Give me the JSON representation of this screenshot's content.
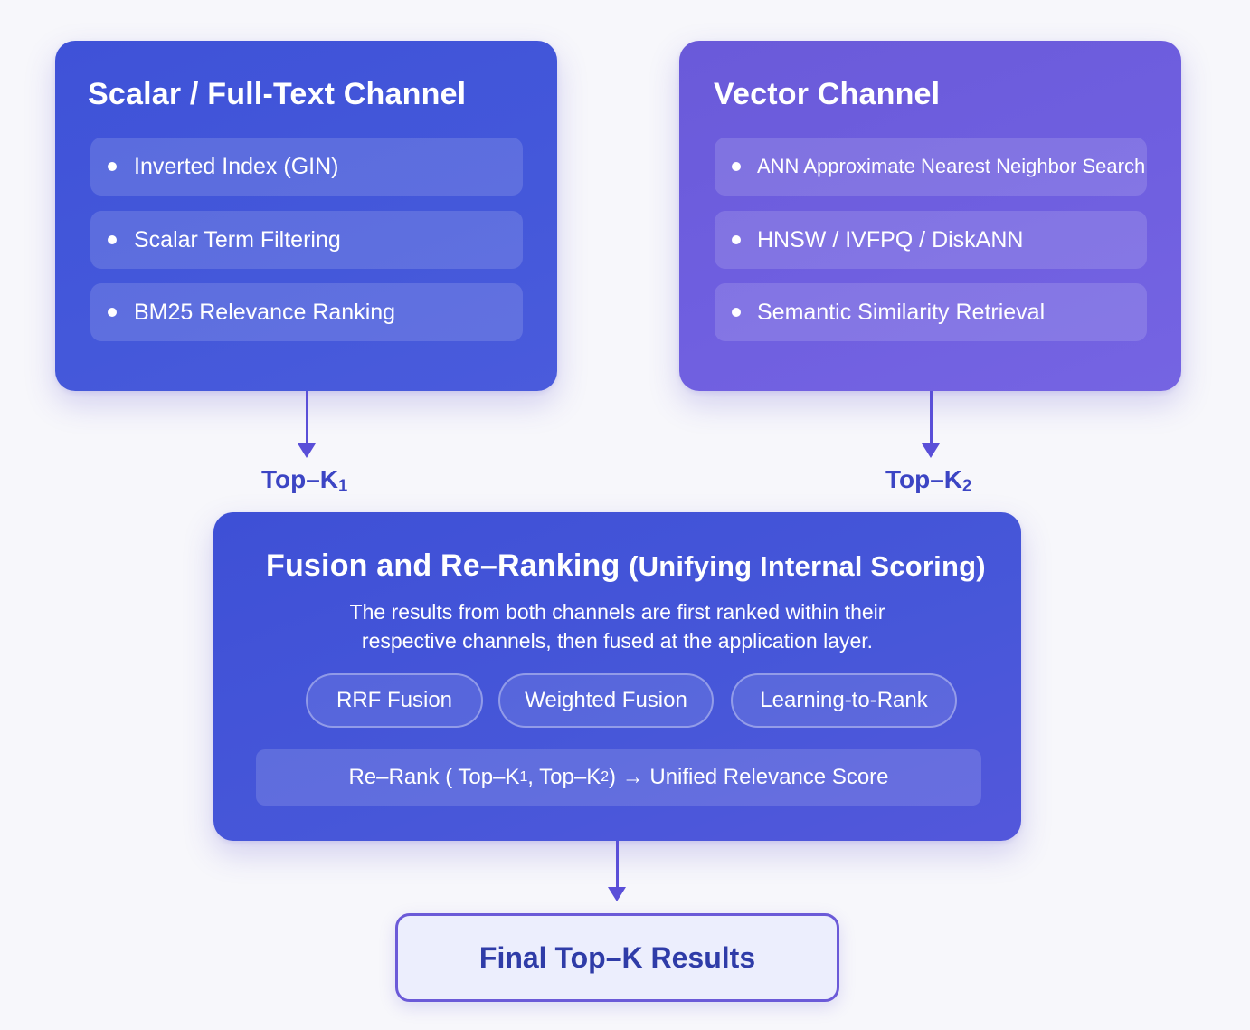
{
  "scalar_channel": {
    "title": "Scalar / Full-Text Channel",
    "items": [
      {
        "label": "Inverted Index (GIN)"
      },
      {
        "label": "Scalar Term Filtering"
      },
      {
        "label": "BM25 Relevance Ranking"
      }
    ]
  },
  "vector_channel": {
    "title": "Vector Channel",
    "items": [
      {
        "label": "ANN Approximate Nearest Neighbor Search"
      },
      {
        "label": "HNSW / IVFPQ / DiskANN"
      },
      {
        "label": "Semantic Similarity Retrieval"
      }
    ]
  },
  "topk1": {
    "prefix": "Top–K",
    "sub": "1"
  },
  "topk2": {
    "prefix": "Top–K",
    "sub": "2"
  },
  "fusion": {
    "title_main": "Fusion and Re–Ranking",
    "title_paren": "(Unifying Internal Scoring)",
    "desc_line1": "The results from both channels are first ranked within their",
    "desc_line2": "respective channels, then fused at the application layer.",
    "methods": [
      {
        "label": "RRF Fusion"
      },
      {
        "label": "Weighted Fusion"
      },
      {
        "label": "Learning-to-Rank"
      }
    ],
    "rerank": {
      "part1": "Re–Rank ( Top–K",
      "sub1": "1",
      "part2": " , Top–K",
      "sub2": "2",
      "part3": " ) → Unified Relevance Score"
    }
  },
  "final": {
    "label": "Final Top–K Results"
  },
  "colors": {
    "scalar_card": "#4254d8",
    "vector_card": "#6f5fe0",
    "fusion_card": "#4656d8",
    "arrow": "#5a4fd8",
    "label_text": "#3c45c4",
    "final_border": "#6b5ad8",
    "final_fill": "#eceefd"
  }
}
